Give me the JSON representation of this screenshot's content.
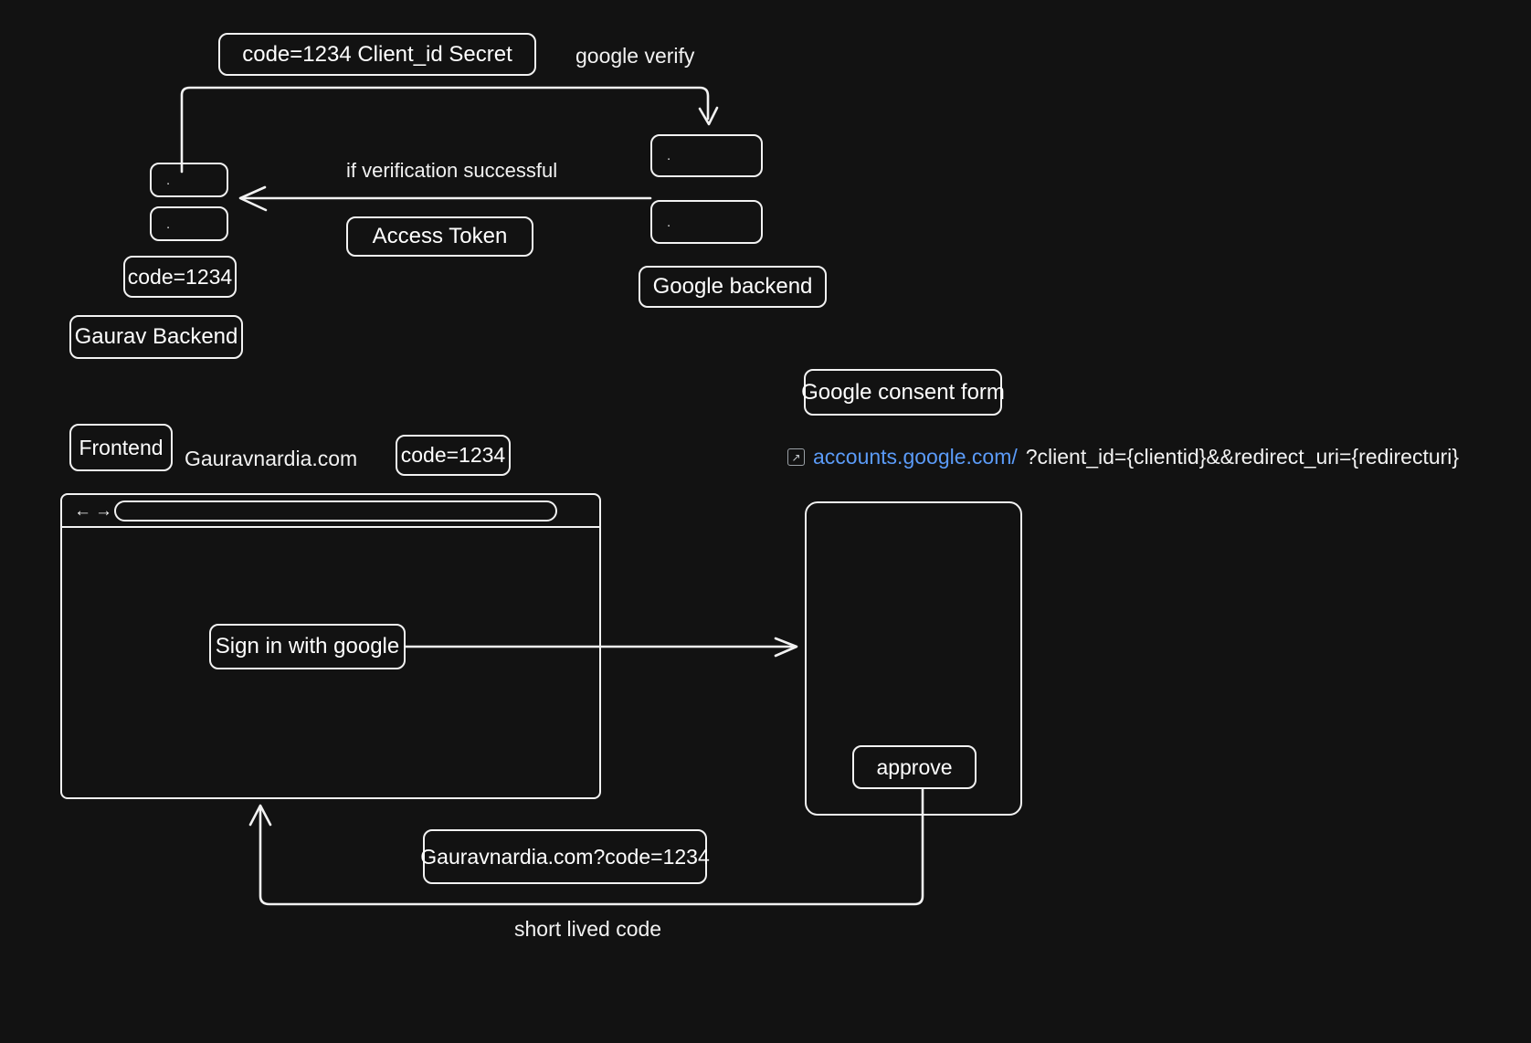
{
  "diagram": {
    "title": "Google OAuth flow",
    "background_color": "#121212",
    "stroke_color": "#f2f2f2",
    "link_color": "#5b9bf8"
  },
  "top_flow": {
    "token_request_box": "code=1234    Client_id    Secret",
    "google_verify_label": "google verify",
    "verification_label": "if verification successful",
    "access_token_box": "Access Token",
    "backend_code_box": "code=1234",
    "gaurav_backend_box": "Gaurav Backend",
    "google_backend_box": "Google backend",
    "placeholder_dot": "."
  },
  "bottom_flow": {
    "frontend_box": "Frontend",
    "frontend_domain": "Gauravnardia.com",
    "frontend_code_box": "code=1234",
    "consent_form_box": "Google consent form",
    "sign_in_button": "Sign in with google",
    "approve_button": "approve",
    "redirect_box": "Gauravnardia.com?code=1234",
    "short_lived_code_label": "short lived code"
  },
  "url": {
    "external_icon": "↗",
    "link_text": "accounts.google.com/",
    "query_text": "?client_id={clientid}&&redirect_uri={redirecturi}"
  },
  "browser": {
    "back_arrow": "←",
    "forward_arrow": "→",
    "address_value": ""
  }
}
